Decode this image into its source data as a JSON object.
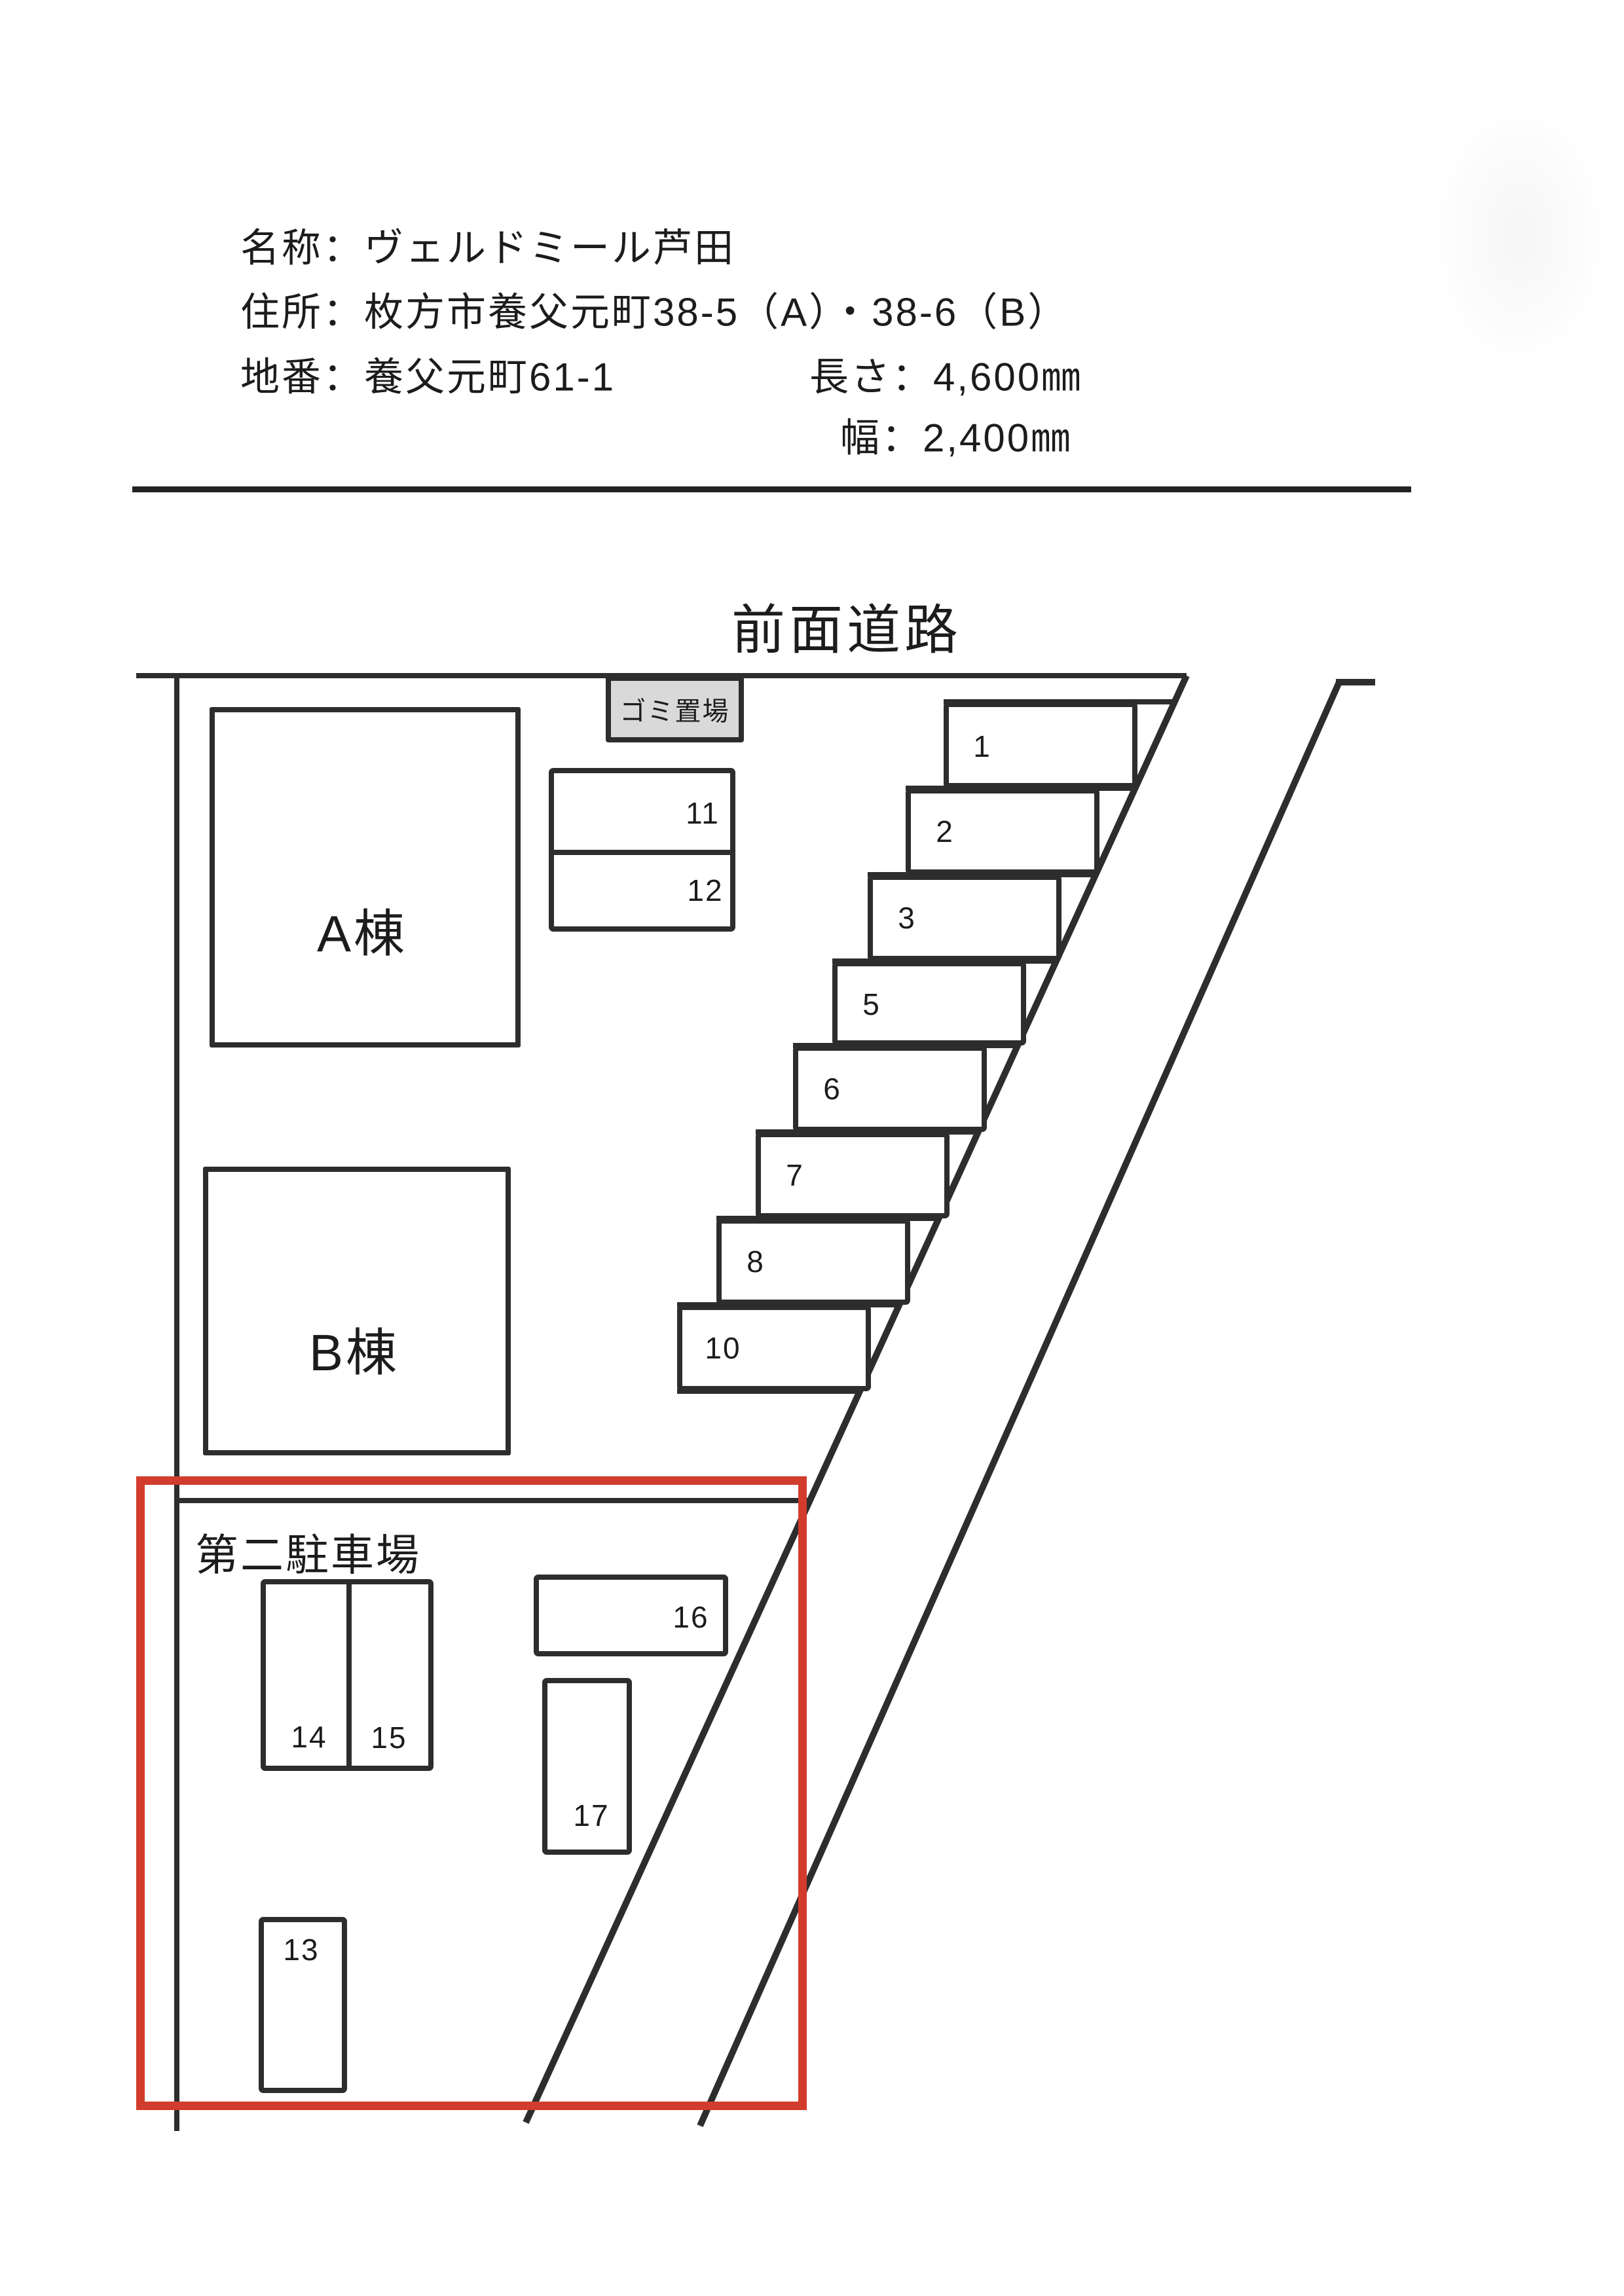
{
  "header": {
    "name_line": "名称：ヴェルドミール芦田",
    "address_line": "住所：枚方市養父元町38-5（A）・38-6（B）",
    "lot_number_line": "地番：養父元町61-1",
    "length_line": "長さ：4,600㎜",
    "width_line": "幅：2,400㎜"
  },
  "diagram": {
    "road_label": "前面道路",
    "garbage_area_label": "ゴミ置場",
    "building_a_label": "A棟",
    "building_b_label": "B棟",
    "second_parking_label": "第二駐車場"
  },
  "parking": {
    "s1": "1",
    "s2": "2",
    "s3": "3",
    "s5": "5",
    "s6": "6",
    "s7": "7",
    "s8": "8",
    "s10": "10",
    "s11": "11",
    "s12": "12",
    "s13": "13",
    "s14": "14",
    "s15": "15",
    "s16": "16",
    "s17": "17"
  },
  "colors": {
    "highlight_red": "#d23c2d",
    "line_black": "#2d2d2d",
    "text_black": "#1c1c1c",
    "garbage_fill": "#d9d9d9"
  }
}
